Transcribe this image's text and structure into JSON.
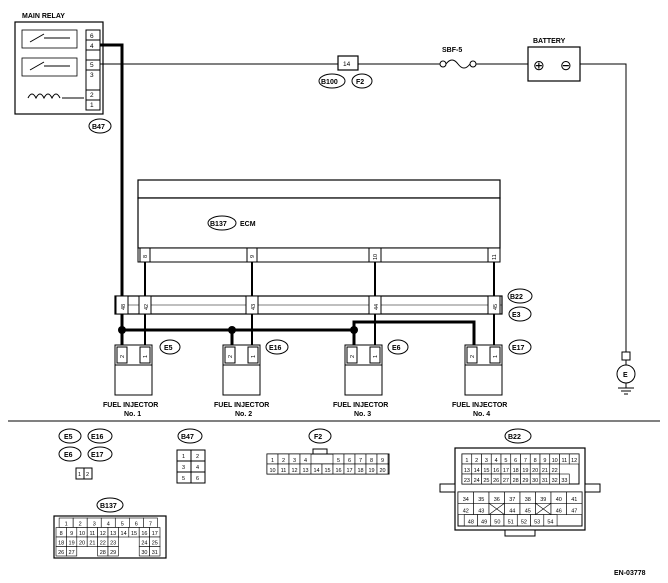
{
  "relay": {
    "title": "MAIN RELAY",
    "pins": [
      "6",
      "4",
      "5",
      "3",
      "2",
      "1"
    ],
    "connector": "B47"
  },
  "fuse": {
    "pin": "14",
    "connectors": [
      "B100",
      "F2"
    ],
    "sbf": "SBF-5"
  },
  "battery": {
    "title": "BATTERY",
    "plus": "⊕",
    "minus": "⊖"
  },
  "ground": {
    "label": "E"
  },
  "ecm": {
    "connector": "B137",
    "name": "ECM",
    "pins": [
      "8",
      "9",
      "10",
      "11"
    ]
  },
  "b22": {
    "connector": "B22",
    "pins": [
      "48",
      "42",
      "43",
      "44",
      "45"
    ]
  },
  "e3": {
    "connector": "E3"
  },
  "injectors": [
    {
      "title": "FUEL INJECTOR",
      "no": "No. 1",
      "connector": "E5",
      "pins": [
        "2",
        "1"
      ]
    },
    {
      "title": "FUEL INJECTOR",
      "no": "No. 2",
      "connector": "E16",
      "pins": [
        "2",
        "1"
      ]
    },
    {
      "title": "FUEL INJECTOR",
      "no": "No. 3",
      "connector": "E6",
      "pins": [
        "2",
        "1"
      ]
    },
    {
      "title": "FUEL INJECTOR",
      "no": "No. 4",
      "connector": "E17",
      "pins": [
        "2",
        "1"
      ]
    }
  ],
  "legend": {
    "inj_connectors": [
      "E5",
      "E16",
      "E6",
      "E17"
    ],
    "inj_face": [
      "1",
      "2"
    ],
    "b47_face": [
      "1",
      "2",
      "3",
      "4",
      "5",
      "6"
    ],
    "f2_face": [
      "1",
      "2",
      "3",
      "4",
      "5",
      "6",
      "7",
      "8",
      "9",
      "10",
      "11",
      "12",
      "13",
      "14",
      "15",
      "16",
      "17",
      "18",
      "19",
      "20"
    ],
    "b137_label": "B137",
    "b22_label": "B22",
    "b47_label": "B47",
    "f2_label": "F2"
  },
  "code": "EN-03778"
}
